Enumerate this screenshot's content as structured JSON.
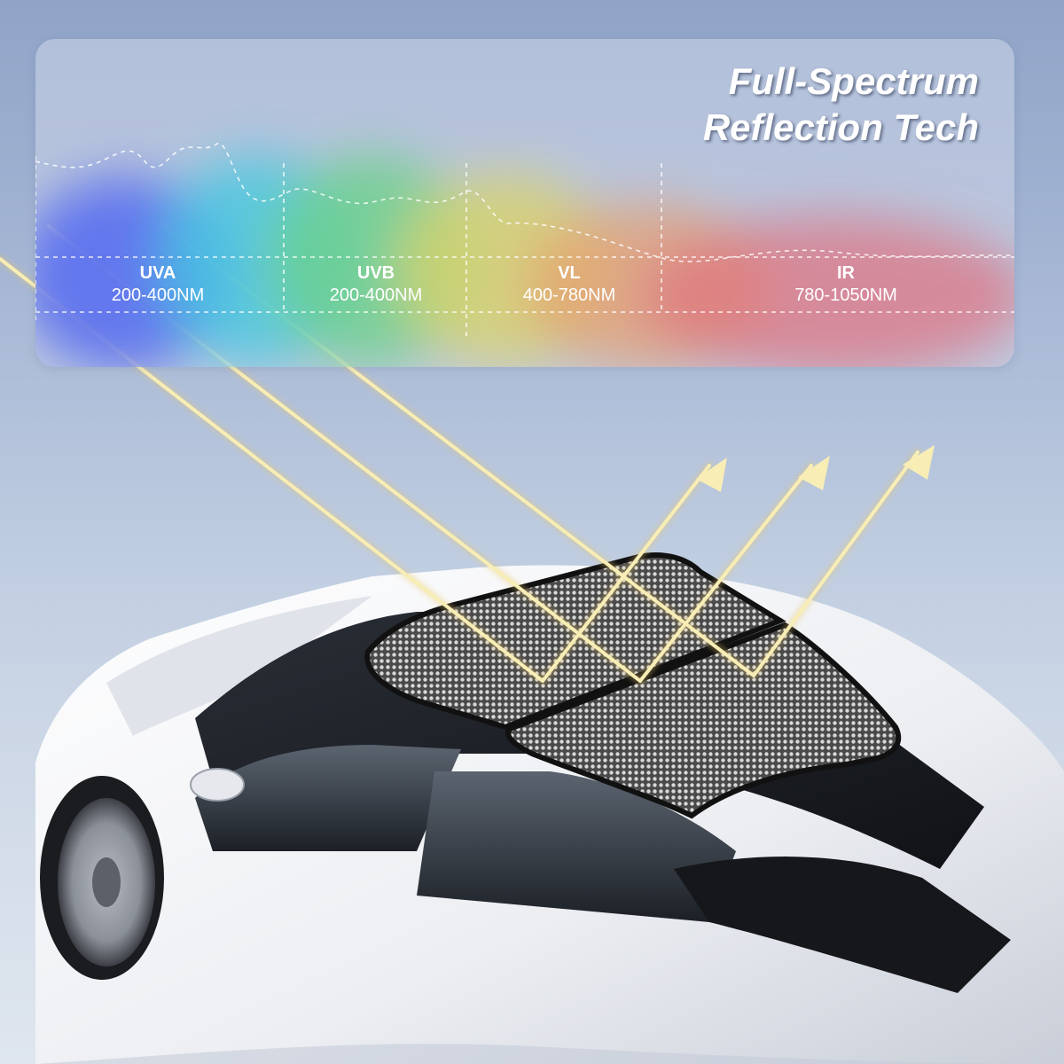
{
  "title_lines": [
    "Full-Spectrum",
    "Reflection Tech"
  ],
  "bands": [
    {
      "name": "UVA",
      "range": "200-400NM"
    },
    {
      "name": "UVB",
      "range": "200-400NM"
    },
    {
      "name": "VL",
      "range": "400-780NM"
    },
    {
      "name": "IR",
      "range": "780-1050NM"
    }
  ],
  "colors": {
    "background": "#a9b9d6",
    "uva": "#5a6ff0",
    "uvb": "#6ad18a",
    "vl": "#d9d36a",
    "ir": "#e0707e",
    "light_ray": "#f7e9a8",
    "car_body": "#f2f3f6",
    "sunshade_mesh": "#3a3a3a"
  }
}
